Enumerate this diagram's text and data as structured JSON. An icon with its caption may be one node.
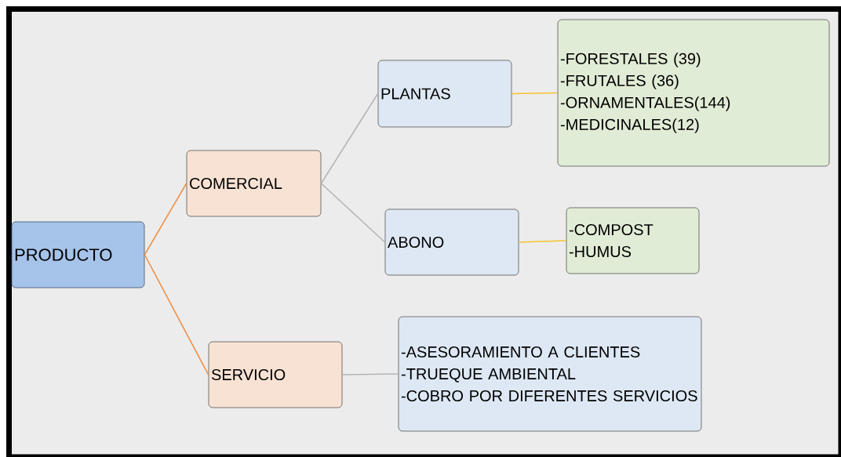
{
  "diagram": {
    "nodes": [
      {
        "text": [
          "PRODUCTO"
        ]
      },
      {
        "text": [
          "COMERCIAL"
        ]
      },
      {
        "text": [
          "PLANTAS"
        ]
      },
      {
        "text": [
          "-FORESTALES (39)",
          "-FRUTALES (36)",
          "-ORNAMENTALES(144)",
          "-MEDICINALES(12)"
        ]
      },
      {
        "text": [
          "ABONO"
        ]
      },
      {
        "text": [
          "-COMPOST",
          "-HUMUS"
        ]
      },
      {
        "text": [
          "SERVICIO"
        ]
      },
      {
        "text": [
          "-ASESORAMIENTO A CLIENTES",
          "-TRUEQUE AMBIENTAL",
          "-COBRO POR DIFERENTES SERVICIOS"
        ]
      }
    ],
    "edges": [
      {
        "from": 0,
        "to": 1,
        "arrow": "none",
        "color": "#f0893c"
      },
      {
        "from": 0,
        "to": 6,
        "arrow": "none",
        "color": "#f0893c"
      },
      {
        "from": 1,
        "to": 2,
        "arrow": "none"
      },
      {
        "from": 1,
        "to": 4,
        "arrow": "none"
      },
      {
        "from": 2,
        "to": 3,
        "arrow": "none",
        "color": "#f5c32c"
      },
      {
        "from": 4,
        "to": 5,
        "arrow": "none",
        "color": "#f5c32c"
      },
      {
        "from": 6,
        "to": 7,
        "arrow": "none"
      }
    ]
  }
}
